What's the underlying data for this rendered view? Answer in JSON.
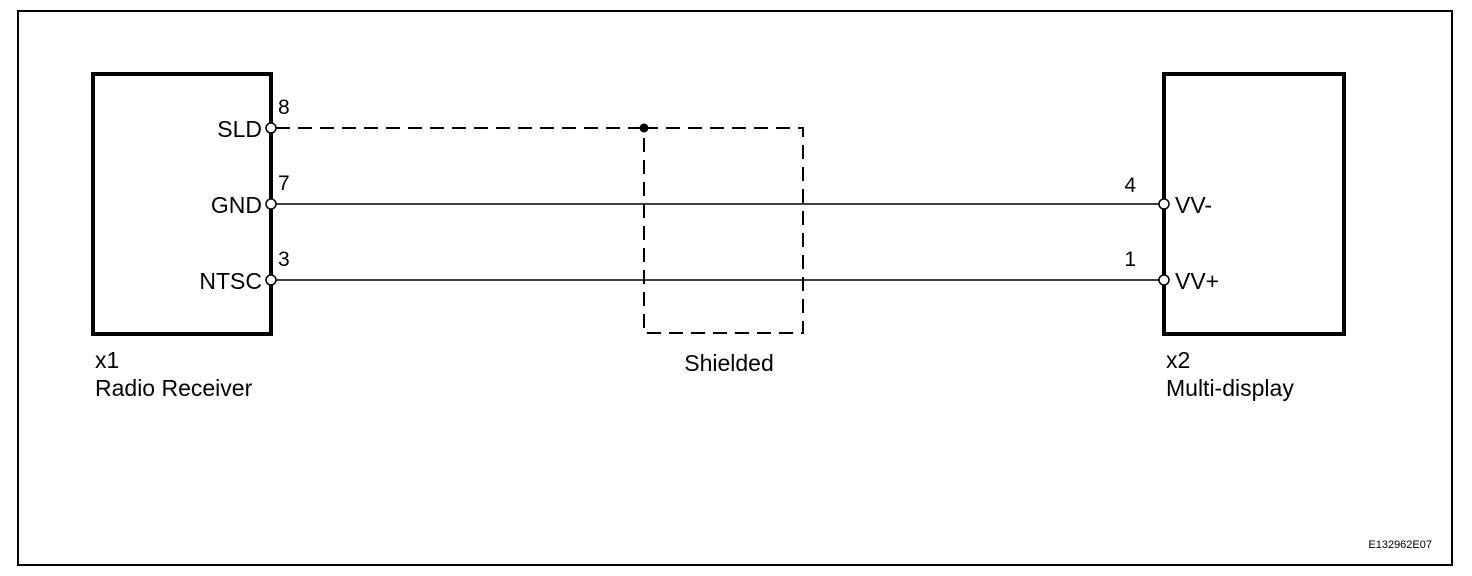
{
  "left_component": {
    "id": "x1",
    "name": "Radio Receiver",
    "terminals": [
      {
        "name": "SLD",
        "pin": "8"
      },
      {
        "name": "GND",
        "pin": "7"
      },
      {
        "name": "NTSC",
        "pin": "3"
      }
    ]
  },
  "right_component": {
    "id": "x2",
    "name": "Multi-display",
    "terminals": [
      {
        "name": "VV-",
        "pin": "4"
      },
      {
        "name": "VV+",
        "pin": "1"
      }
    ]
  },
  "shield": {
    "label": "Shielded"
  },
  "diagram_code": "E132962E07"
}
